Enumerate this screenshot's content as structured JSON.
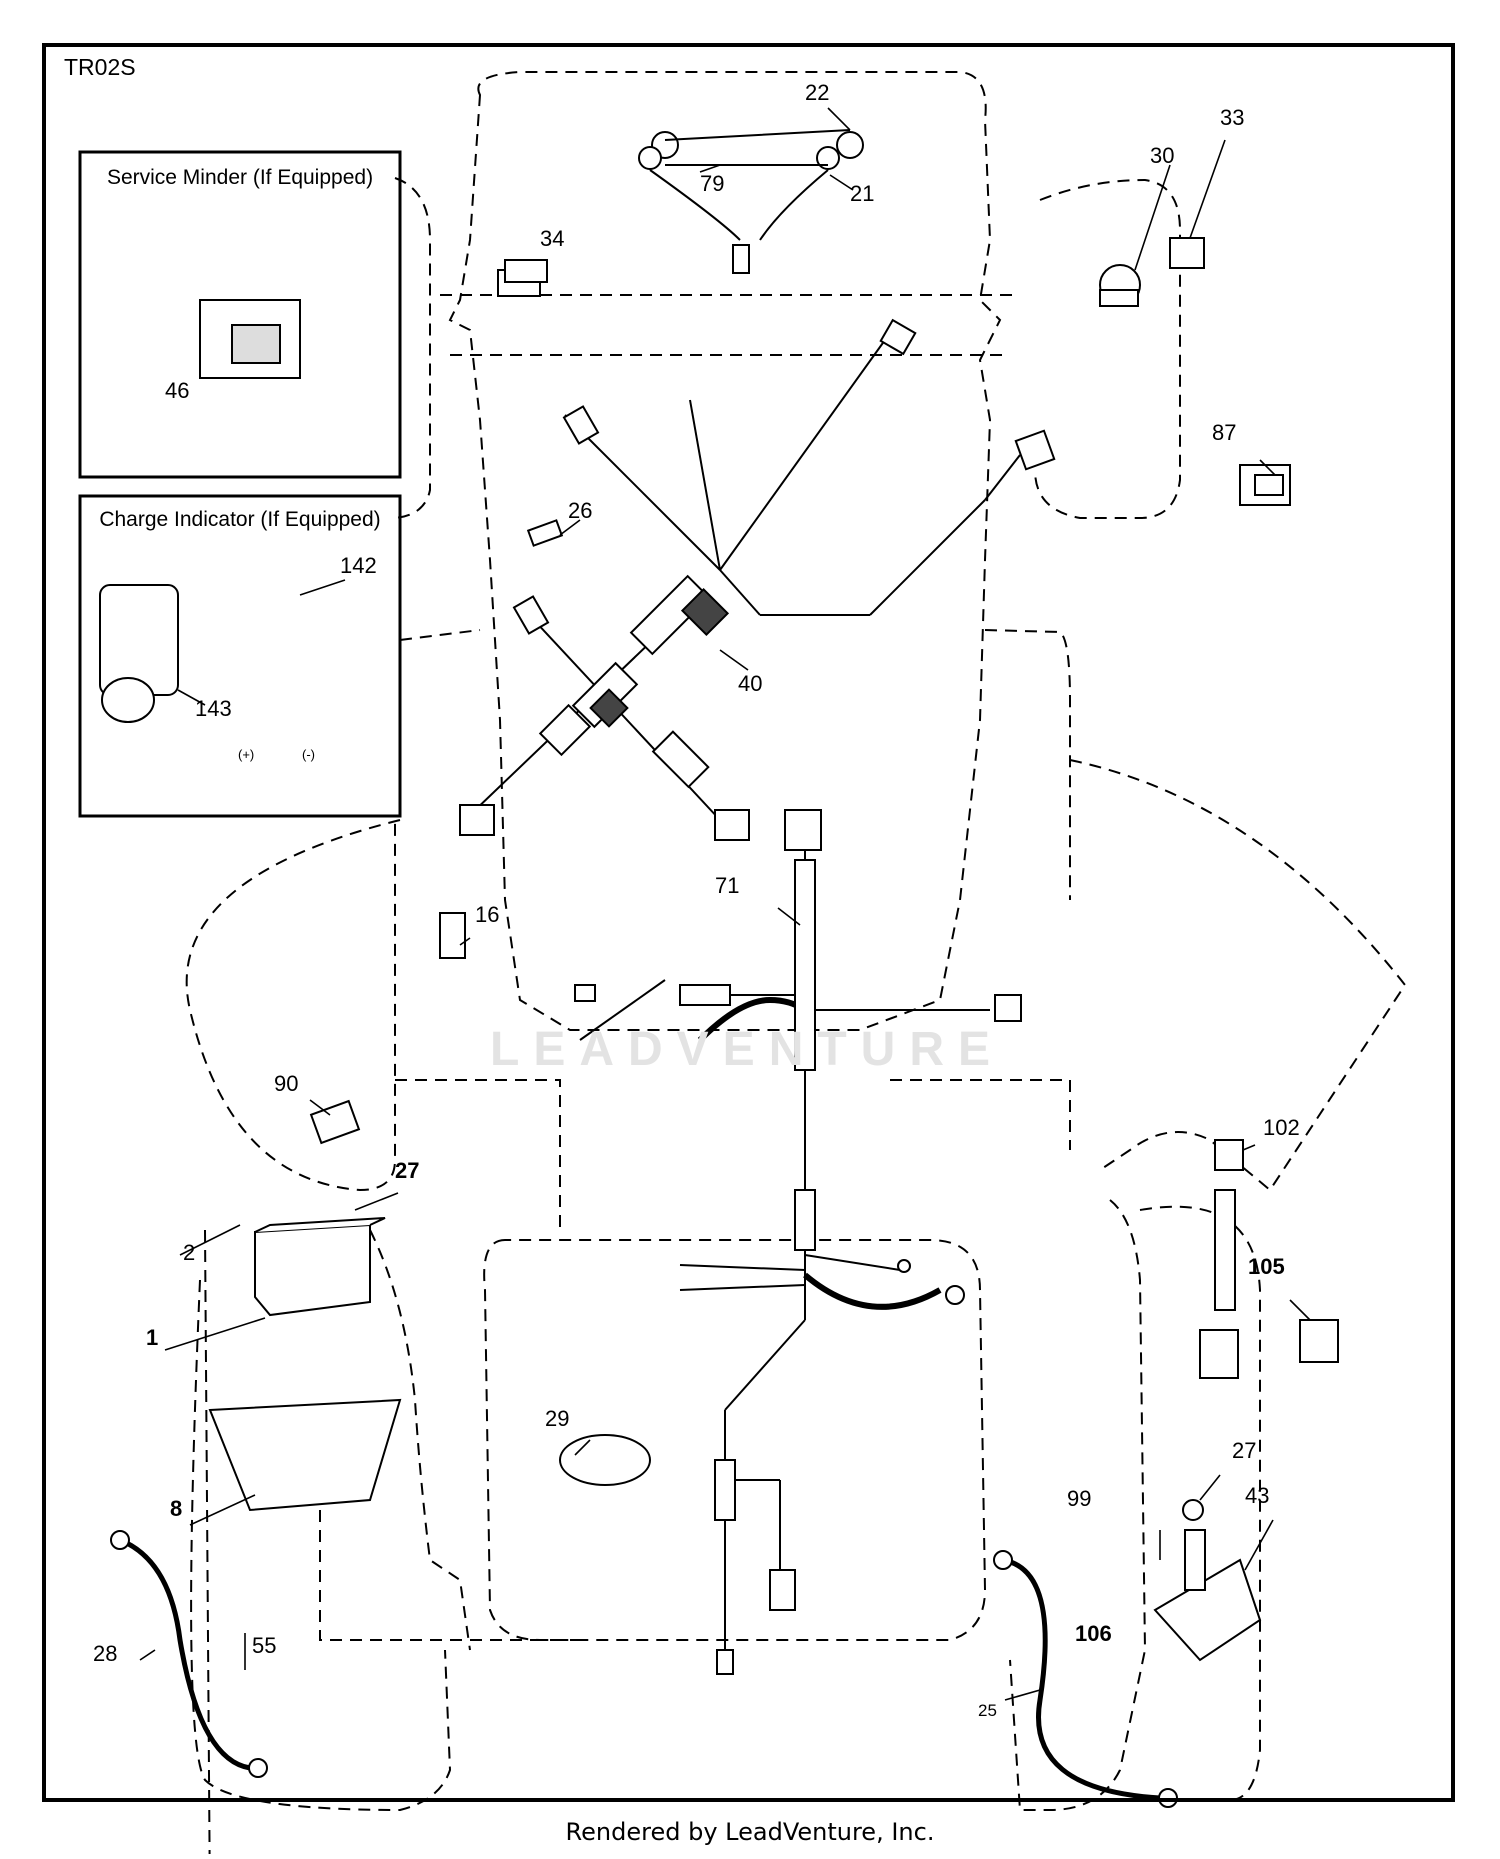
{
  "diagram_id": "TR02S",
  "boxes": {
    "service_minder": "Service Minder (If Equipped)",
    "charge_indicator": "Charge Indicator (If Equipped)"
  },
  "terminals": {
    "plus": "(+)",
    "minus": "(-)"
  },
  "parts": {
    "p22": "22",
    "p21": "21",
    "p79": "79",
    "p34": "34",
    "p30": "30",
    "p33": "33",
    "p46": "46",
    "p87": "87",
    "p26": "26",
    "p142": "142",
    "p143": "143",
    "p40": "40",
    "p71": "71",
    "p16": "16",
    "p90": "90",
    "p27a": "27",
    "p2": "2",
    "p1": "1",
    "p8": "8",
    "p28": "28",
    "p55": "55",
    "p29": "29",
    "p102": "102",
    "p105": "105",
    "p27b": "27",
    "p99": "99",
    "p43": "43",
    "p106": "106",
    "p25": "25"
  },
  "watermark": "LEADVENTURE",
  "footer": "Rendered by LeadVenture, Inc."
}
